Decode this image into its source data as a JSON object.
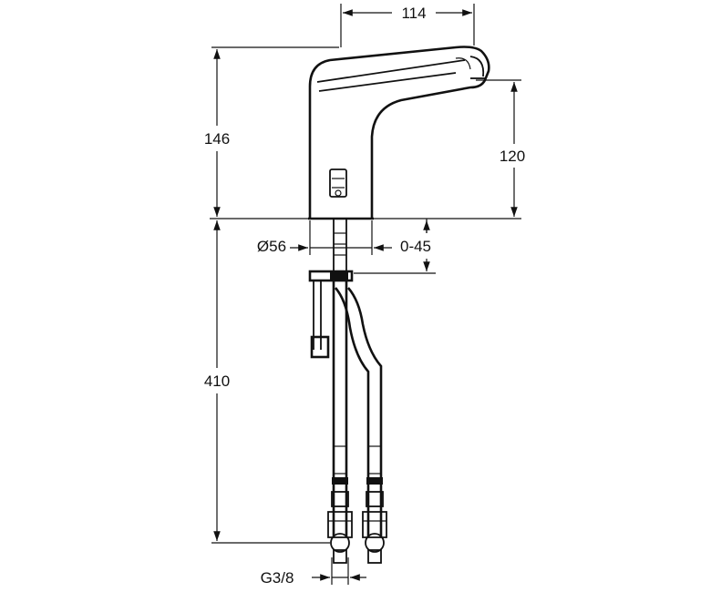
{
  "drawing": {
    "dimensions": {
      "spout_reach": "114",
      "total_height": "146",
      "spout_height": "120",
      "base_diameter": "Ø56",
      "counter_thickness": "0-45",
      "hose_length": "410",
      "connection_thread": "G3/8"
    }
  }
}
